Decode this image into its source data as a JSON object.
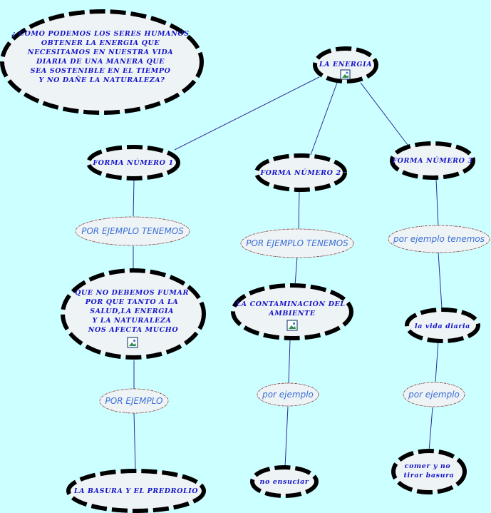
{
  "question": {
    "lines": [
      "¿ COMO PODEMOS LOS SERES HUMANOS",
      "OBTENER LA ENERGIA QUE",
      "NECESITAMOS EN NUESTRA VIDA",
      "DIARIA DE UNA MANERA QUE",
      "SEA SOSTENIBLE EN EL TIEMPO",
      "Y NO DAÑE LA NATURALEZA?"
    ]
  },
  "root": {
    "label": "LA ENERGIA",
    "icon": "image-icon"
  },
  "forms": [
    {
      "label": "FORMA NÚMERO 1",
      "link1": "POR EJEMPLO TENEMOS",
      "concept": {
        "lines": [
          "QUE NO DEBEMOS FUMAR",
          "POR QUE TANTO A LA",
          "SALUD,LA ENERGIA",
          "Y LA NATURALEZA",
          "NOS AFECTA MUCHO"
        ],
        "icon": "image-icon"
      },
      "link2": "POR EJEMPLO",
      "leaf": {
        "lines": [
          "LA BASURA Y EL PREDROLIO"
        ]
      }
    },
    {
      "label": "FORMA NÚMERO 2",
      "link1": "POR EJEMPLO TENEMOS",
      "concept": {
        "lines": [
          "LA CONTAMINACIÓN DEL",
          "AMBIENTE"
        ],
        "icon": "image-icon"
      },
      "link2": "por ejemplo",
      "leaf": {
        "lines": [
          "no ensuciar"
        ]
      }
    },
    {
      "label": "FORMA NÚMERO 3",
      "link1": "por ejemplo tenemos",
      "concept": {
        "lines": [
          "la vida diaria"
        ]
      },
      "link2": "por ejemplo",
      "leaf": {
        "lines": [
          "comer y no",
          "tirar basura"
        ]
      }
    }
  ]
}
